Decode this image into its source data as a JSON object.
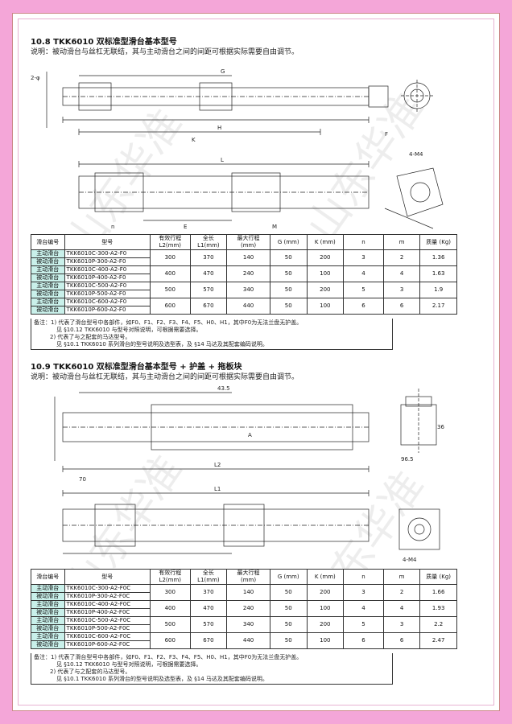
{
  "watermark": "山东华准",
  "section1": {
    "heading": "10.8 TKK6010 双标准型滑台基本型号",
    "note": "说明：被动滑台与丝杠无联结，其与主动滑台之间的间距可根据实际需要自由调节。",
    "drawing_labels": [
      "G",
      "H",
      "K",
      "L",
      "E",
      "F",
      "M",
      "n",
      "2-φ",
      "4-M4"
    ],
    "table": {
      "headers": [
        "滑台编号",
        "型号",
        "有效行程 L2(mm)",
        "全长 L1(mm)",
        "最大行程 (mm)",
        "G (mm)",
        "K (mm)",
        "n",
        "m",
        "质量 (Kg)"
      ],
      "rows": [
        {
          "labels": [
            "主动滑台",
            "被动滑台"
          ],
          "models": [
            "TKK6010C-300-A2-F0",
            "TKK6010P-300-A2-F0"
          ],
          "L2": "300",
          "L1": "370",
          "stroke": "140",
          "G": "50",
          "K": "200",
          "n": "3",
          "m": "2",
          "mass": "1.36"
        },
        {
          "labels": [
            "主动滑台",
            "被动滑台"
          ],
          "models": [
            "TKK6010C-400-A2-F0",
            "TKK6010P-400-A2-F0"
          ],
          "L2": "400",
          "L1": "470",
          "stroke": "240",
          "G": "50",
          "K": "100",
          "n": "4",
          "m": "4",
          "mass": "1.63"
        },
        {
          "labels": [
            "主动滑台",
            "被动滑台"
          ],
          "models": [
            "TKK6010C-500-A2-F0",
            "TKK6010P-500-A2-F0"
          ],
          "L2": "500",
          "L1": "570",
          "stroke": "340",
          "G": "50",
          "K": "200",
          "n": "5",
          "m": "3",
          "mass": "1.9"
        },
        {
          "labels": [
            "主动滑台",
            "被动滑台"
          ],
          "models": [
            "TKK6010C-600-A2-F0",
            "TKK6010P-600-A2-F0"
          ],
          "L2": "600",
          "L1": "670",
          "stroke": "440",
          "G": "50",
          "K": "100",
          "n": "6",
          "m": "6",
          "mass": "2.17"
        }
      ]
    },
    "remarks": [
      "备注：1) 代表了滑台型号中各部件，如F0、F1、F2、F3、F4、F5、H0、H1，其中F0为无法兰盘无护盖。",
      "见 §10.12 TKK6010 与型号对照说明，可根据需要选择。",
      "2) 代表了与之配套的马达型号。",
      "见 §10.1 TKK6010 系列滑台的型号说明及选型表，及 §14 马达及其配套编码说明。"
    ]
  },
  "section2": {
    "heading": "10.9 TKK6010 双标准型滑台基本型号 + 护盖 + 拖板块",
    "note": "说明：被动滑台与丝杠无联结，其与主动滑台之间的间距可根据实际需要自由调节。",
    "drawing_labels": [
      "43.5",
      "70",
      "A",
      "L1",
      "L2",
      "96.5",
      "36",
      "4-M4"
    ],
    "table": {
      "headers": [
        "滑台编号",
        "型号",
        "有效行程 L2(mm)",
        "全长 L1(mm)",
        "最大行程 (mm)",
        "G (mm)",
        "K (mm)",
        "n",
        "m",
        "质量 (Kg)"
      ],
      "rows": [
        {
          "labels": [
            "主动滑台",
            "被动滑台"
          ],
          "models": [
            "TKK6010C-300-A2-F0C",
            "TKK6010P-300-A2-F0C"
          ],
          "L2": "300",
          "L1": "370",
          "stroke": "140",
          "G": "50",
          "K": "200",
          "n": "3",
          "m": "2",
          "mass": "1.66"
        },
        {
          "labels": [
            "主动滑台",
            "被动滑台"
          ],
          "models": [
            "TKK6010C-400-A2-F0C",
            "TKK6010P-400-A2-F0C"
          ],
          "L2": "400",
          "L1": "470",
          "stroke": "240",
          "G": "50",
          "K": "100",
          "n": "4",
          "m": "4",
          "mass": "1.93"
        },
        {
          "labels": [
            "主动滑台",
            "被动滑台"
          ],
          "models": [
            "TKK6010C-500-A2-F0C",
            "TKK6010P-500-A2-F0C"
          ],
          "L2": "500",
          "L1": "570",
          "stroke": "340",
          "G": "50",
          "K": "200",
          "n": "5",
          "m": "3",
          "mass": "2.2"
        },
        {
          "labels": [
            "主动滑台",
            "被动滑台"
          ],
          "models": [
            "TKK6010C-600-A2-F0C",
            "TKK6010P-600-A2-F0C"
          ],
          "L2": "600",
          "L1": "670",
          "stroke": "440",
          "G": "50",
          "K": "100",
          "n": "6",
          "m": "6",
          "mass": "2.47"
        }
      ]
    },
    "remarks": [
      "备注：1) 代表了滑台型号中各部件，如F0、F1、F2、F3、F4、F5、H0、H1，其中F0为无法兰盘无护盖。",
      "见 §10.12 TKK6010 与型号对照说明，可根据需要选择。",
      "2) 代表了与之配套的马达型号。",
      "见 §10.1 TKK6010 系列滑台的型号说明及选型表，及 §14 马达及其配套编码说明。"
    ]
  }
}
